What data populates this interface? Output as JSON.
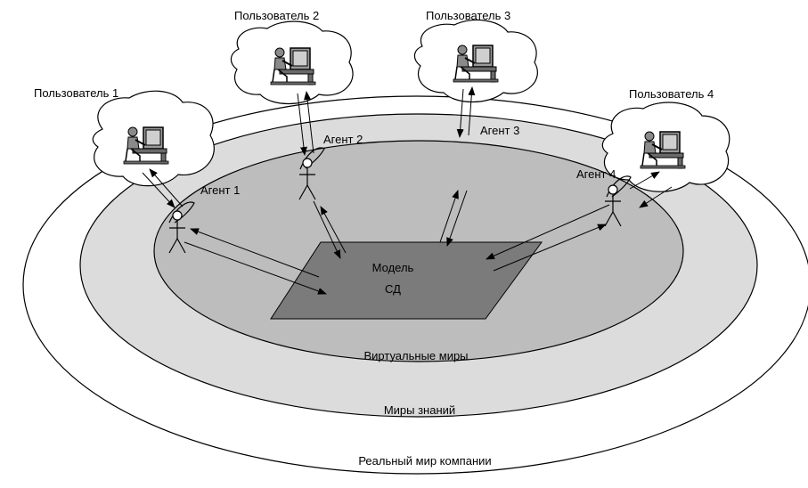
{
  "rings": {
    "real_world": "Реальный мир компании",
    "knowledge_worlds": "Миры знаний",
    "virtual_worlds": "Виртуальные миры"
  },
  "model": {
    "line1": "Модель",
    "line2": "СД"
  },
  "users": [
    {
      "label": "Пользователь 1"
    },
    {
      "label": "Пользователь 2"
    },
    {
      "label": "Пользователь 3"
    },
    {
      "label": "Пользователь 4"
    }
  ],
  "agents": [
    {
      "label": "Агент 1"
    },
    {
      "label": "Агент 2"
    },
    {
      "label": "Агент 3"
    },
    {
      "label": "Агент 4"
    }
  ],
  "colors": {
    "outer_ring": "#ffffff",
    "middle_ring": "#dcdcdc",
    "inner_ring": "#bdbdbd",
    "model_plane": "#7b7b7b",
    "cloud": "#ffffff",
    "line": "#000000"
  }
}
